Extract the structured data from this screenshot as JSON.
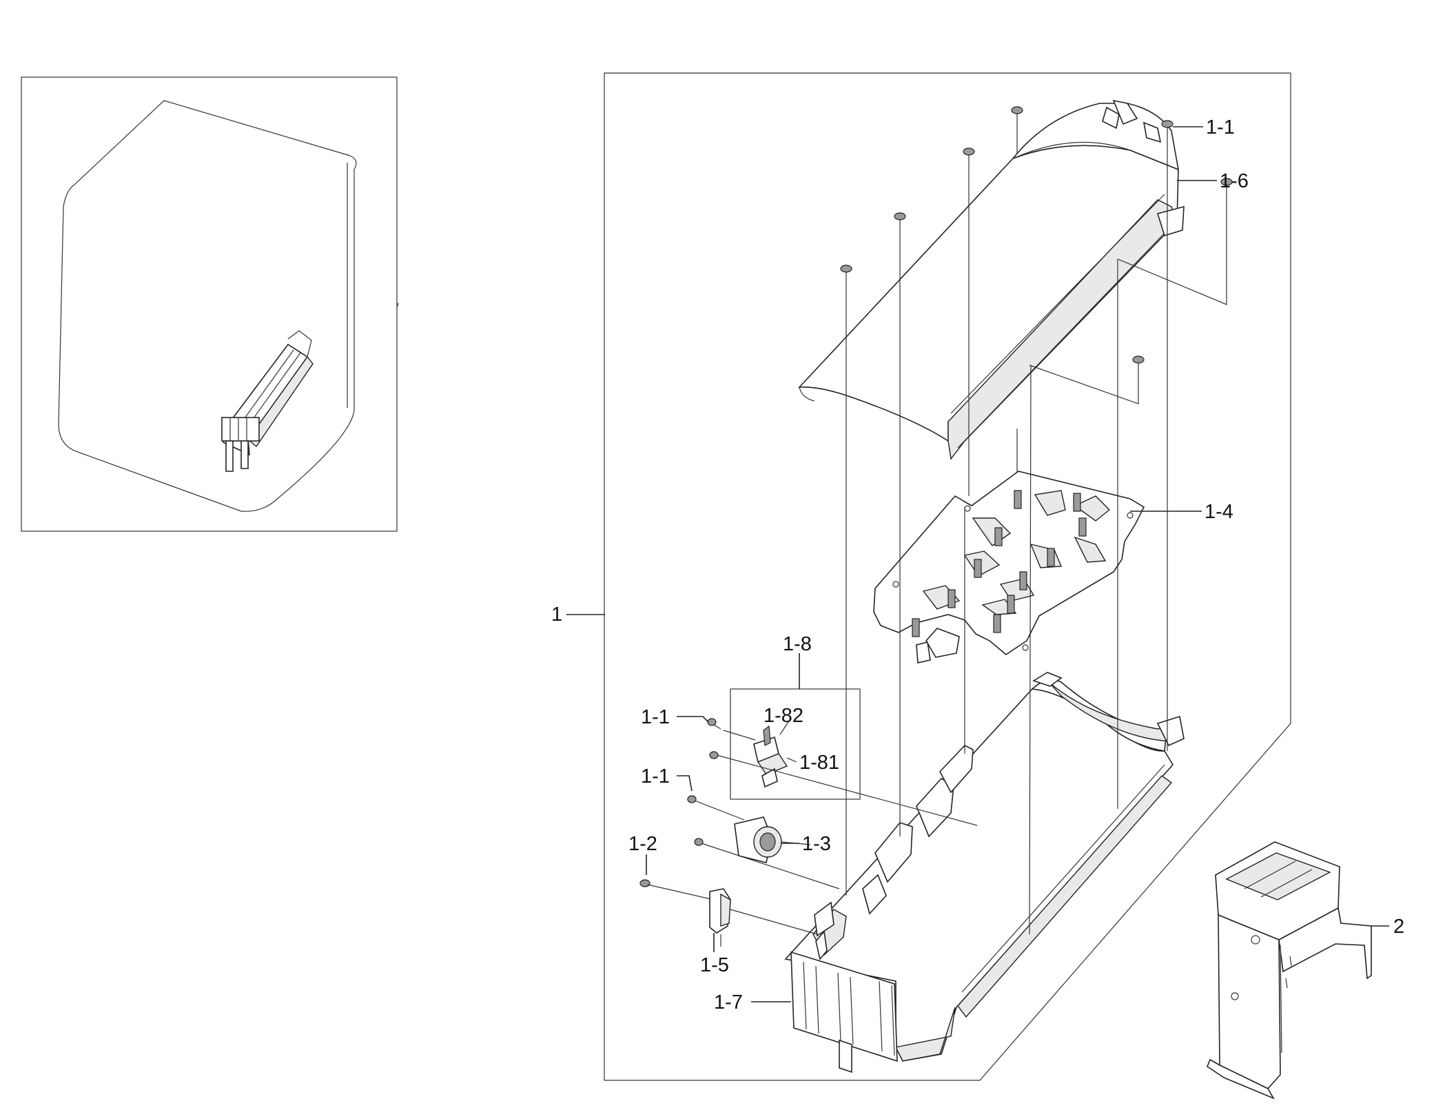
{
  "callouts": {
    "assembly": "1",
    "screw_top": "1-1",
    "duct_cover": "1-6",
    "element_plate": "1-4",
    "fuse_group": "1-8",
    "screw_fuse": "1-1",
    "fuse_a": "1-82",
    "fuse_b": "1-81",
    "screw_thermostat": "1-1",
    "thermostat": "1-3",
    "screw_bracket": "1-2",
    "thermistor": "1-5",
    "heater_housing": "1-7",
    "mount_bracket": "2"
  },
  "icons": {
    "screw": "screw-icon",
    "overview": "dryer-overview-icon"
  }
}
